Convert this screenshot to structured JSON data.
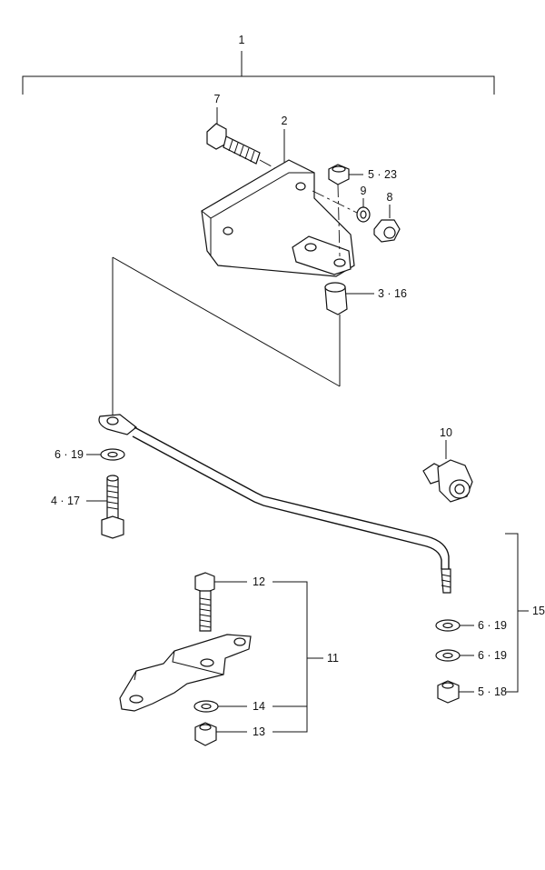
{
  "callouts": {
    "c1": "1",
    "c2": "2",
    "c7": "7",
    "c5_23": "5 · 23",
    "c9": "9",
    "c8": "8",
    "c3_16": "3 · 16",
    "c10": "10",
    "c6_19_left": "6 · 19",
    "c4_17": "4 · 17",
    "c12": "12",
    "c11": "11",
    "c14": "14",
    "c13": "13",
    "c15": "15",
    "c6_19_r1": "6 · 19",
    "c6_19_r2": "6 · 19",
    "c5_18": "5 · 18"
  },
  "colors": {
    "line": "#111111",
    "background": "#ffffff"
  }
}
